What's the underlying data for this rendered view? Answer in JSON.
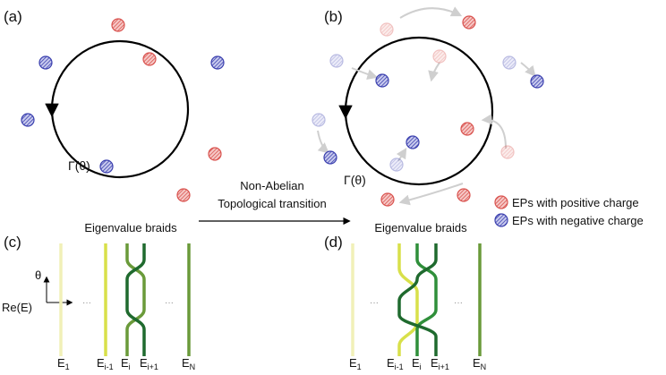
{
  "colors": {
    "positive": "#d9534f",
    "negative": "#3a3fae",
    "positive_faded": "#f0b3b1",
    "negative_faded": "#b9bbe6",
    "arrow_faded": "#cfcfcf",
    "braid_light": "#f1f0b8",
    "braid_yellow": "#d8e04a",
    "braid_green": "#2f8f3a",
    "braid_dark": "#1f6a2e",
    "braid_olive": "#6a9a3a"
  },
  "icons": {
    "positive": "hatched-circle-icon",
    "negative": "hatched-circle-icon",
    "arrow": "curved-arrow-icon"
  },
  "panels": {
    "a": {
      "label": "(a)",
      "loop_label": "Γ(θ)"
    },
    "b": {
      "label": "(b)",
      "loop_label": "Γ(θ)"
    },
    "c": {
      "label": "(c)",
      "title": "Eigenvalue braids",
      "axis_y": "θ",
      "axis_x": "Re(E)",
      "ellipsis_left": "···",
      "ellipsis_right": "···",
      "strands": [
        {
          "main": "E",
          "sub": "1"
        },
        {
          "main": "E",
          "sub": "i-1"
        },
        {
          "main": "E",
          "sub": "i"
        },
        {
          "main": "E",
          "sub": "i+1"
        },
        {
          "main": "E",
          "sub": "N"
        }
      ]
    },
    "d": {
      "label": "(d)",
      "title": "Eigenvalue braids",
      "ellipsis_left": "···",
      "ellipsis_right": "···",
      "strands": [
        {
          "main": "E",
          "sub": "1"
        },
        {
          "main": "E",
          "sub": "i-1"
        },
        {
          "main": "E",
          "sub": "i"
        },
        {
          "main": "E",
          "sub": "i+1"
        },
        {
          "main": "E",
          "sub": "N"
        }
      ]
    }
  },
  "transition": {
    "line1": "Non-Abelian",
    "line2": "Topological transition"
  },
  "legend": [
    {
      "kind": "positive",
      "label": "EPs with positive charge"
    },
    {
      "kind": "negative",
      "label": "EPs with negative charge"
    }
  ]
}
